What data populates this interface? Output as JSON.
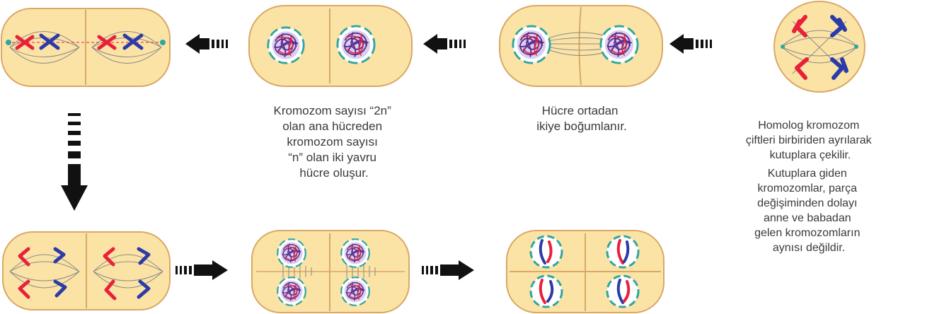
{
  "captions": {
    "daughter_cells": [
      "Kromozom sayısı “2n”",
      "olan ana hücreden",
      "kromozom sayısı",
      "“n” olan iki yavru",
      "hücre oluşur."
    ],
    "cytokinesis": [
      "Hücre ortadan",
      "ikiye boğumlanır."
    ],
    "homolog": [
      "Homolog kromozom",
      "çiftleri birbiriden ayrılarak",
      "kutuplara çekilir."
    ],
    "crossing_over": [
      "Kutuplara giden",
      "kromozomlar, parça",
      "değişiminden dolayı",
      "anne ve babadan",
      "gelen kromozomların",
      "aynısı değildir."
    ]
  },
  "colors": {
    "cell_fill": "#fbe3a6",
    "cell_stroke": "#d9a866",
    "nucleus_fill": "#ffffff",
    "envelope": "#2fa6a0",
    "chromatin": "#6a3a9a",
    "chromosome_red": "#e8213a",
    "chromosome_blue": "#2b3ba8",
    "spindle": "#8a8a8a",
    "arrow": "#111111"
  },
  "icons": {
    "arrow": "dashed-block-arrow-icon",
    "cell": "dividing-cell-icon"
  }
}
